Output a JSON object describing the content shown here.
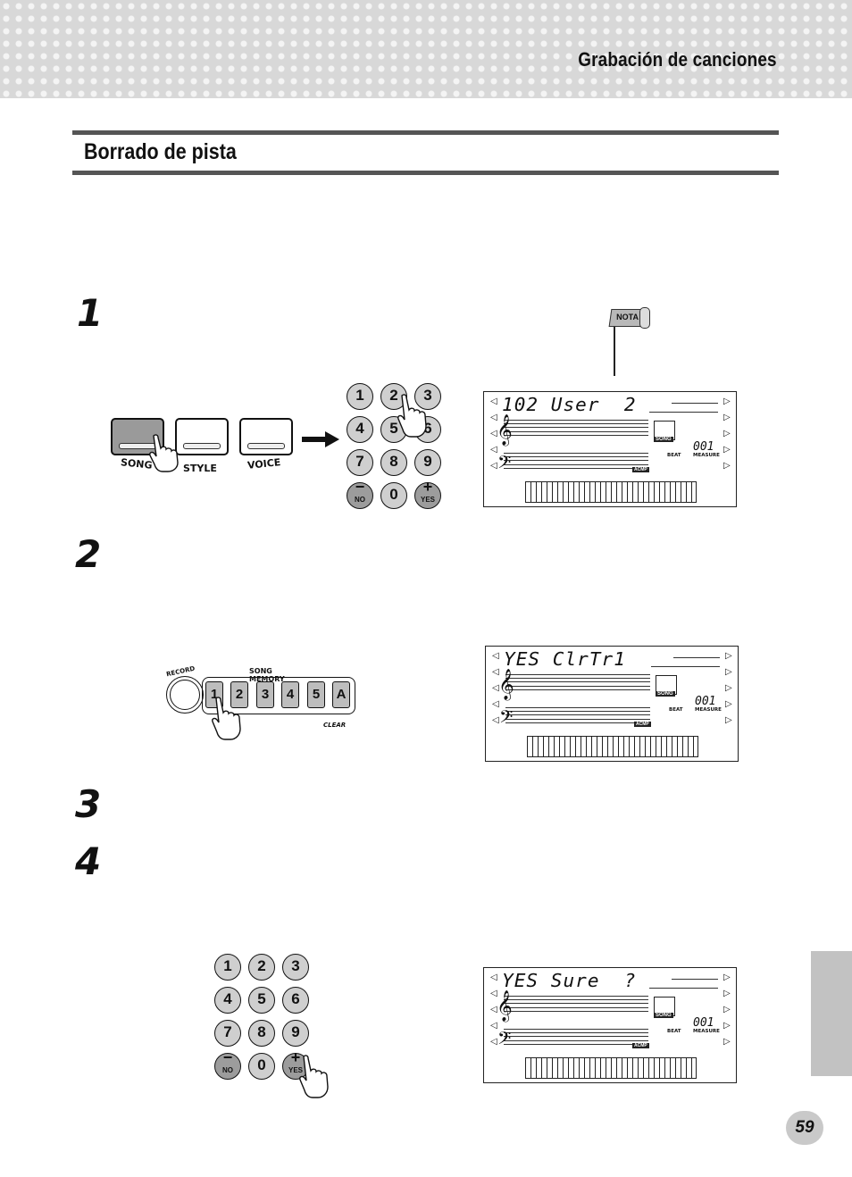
{
  "header": {
    "title": "Grabación de canciones"
  },
  "section": {
    "title": "Borrado de pista"
  },
  "steps": [
    "1",
    "2",
    "3",
    "4"
  ],
  "note_tag": "NOTA",
  "panel_mode": {
    "buttons": [
      "SONG",
      "STYLE",
      "VOICE"
    ],
    "active": "SONG"
  },
  "keypad": {
    "keys": [
      "1",
      "2",
      "3",
      "4",
      "5",
      "6",
      "7",
      "8",
      "9",
      "NO",
      "0",
      "YES"
    ],
    "minus_symbol": "−",
    "plus_symbol": "+"
  },
  "record_panel": {
    "record_label": "RECORD",
    "memory_label": "SONG MEMORY",
    "memory_buttons": [
      "1",
      "2",
      "3",
      "4",
      "5",
      "A"
    ],
    "clear_label": "CLEAR"
  },
  "lcd": {
    "labels": {
      "song": "SONG",
      "beat": "BEAT",
      "measure": "MEASURE",
      "acmp": "ACMP"
    },
    "displays": [
      {
        "text": "102 User  2",
        "measure": "001"
      },
      {
        "text": "YES ClrTr1",
        "measure": "001"
      },
      {
        "text": "YES Sure  ?",
        "measure": "001"
      }
    ]
  },
  "page": {
    "number": "59"
  }
}
